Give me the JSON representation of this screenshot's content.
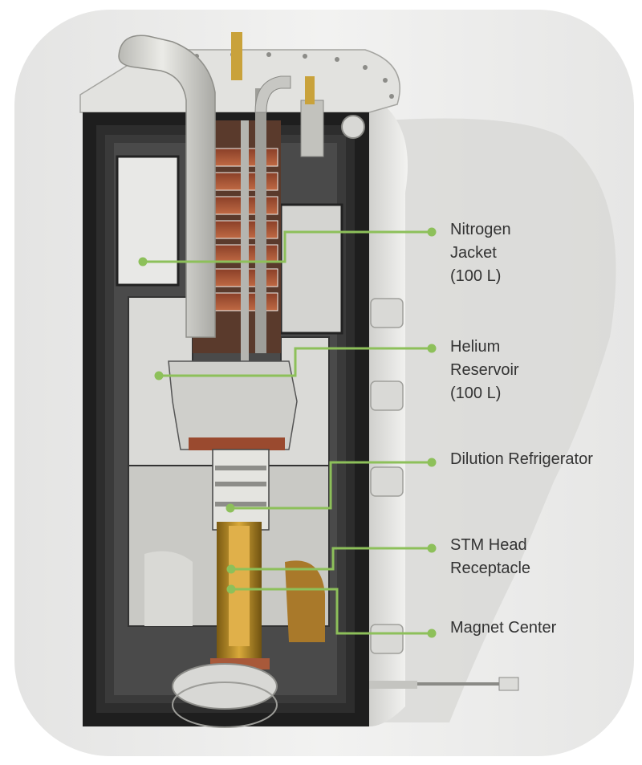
{
  "diagram": {
    "callouts": [
      {
        "id": "nitrogen-jacket",
        "text": "Nitrogen\nJacket\n(100 L)"
      },
      {
        "id": "helium-reservoir",
        "text": "Helium\nReservoir\n(100 L)"
      },
      {
        "id": "dilution-refrigerator",
        "text": "Dilution Refrigerator"
      },
      {
        "id": "stm-head-receptacle",
        "text": "STM Head\nReceptacle"
      },
      {
        "id": "magnet-center",
        "text": "Magnet Center"
      }
    ],
    "colors": {
      "leader_line": "#8dc05a",
      "shell_dark": "#1e1e1e",
      "metal_light": "#d6d6d2",
      "copper": "#a8593a",
      "brass": "#c99a2c",
      "rounded_background": "#ebebea"
    }
  }
}
